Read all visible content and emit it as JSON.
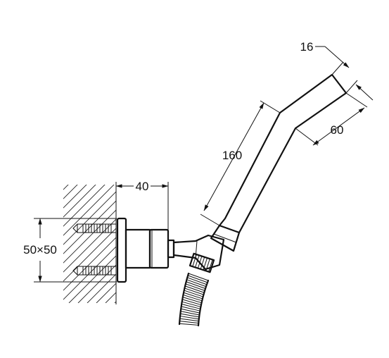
{
  "drawing": {
    "dimensions": {
      "arm_diameter": "16",
      "head_length": "60",
      "arm_length": "160",
      "wall_offset": "40",
      "base_size": "50×50"
    }
  }
}
